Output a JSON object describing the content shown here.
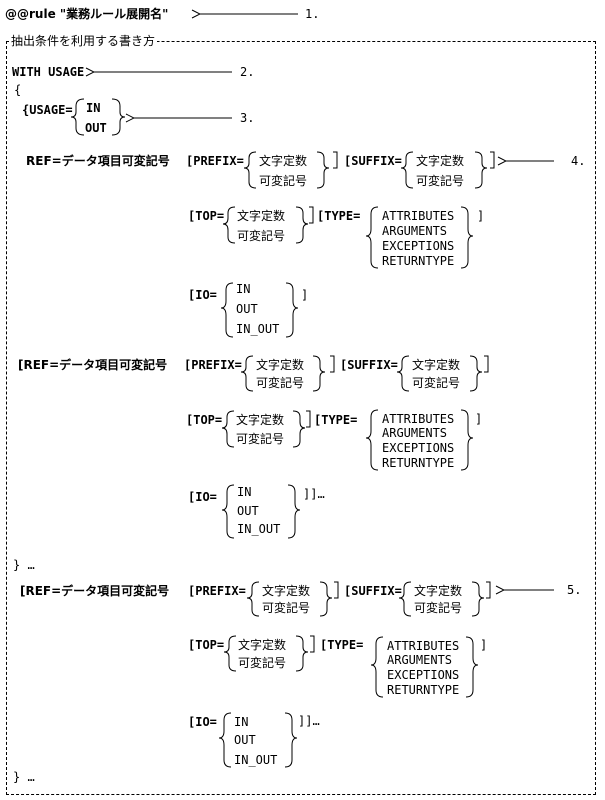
{
  "header": {
    "rule_line": "@@rule \"業務ルール展開名\""
  },
  "frame": {
    "title": "抽出条件を利用する書き方"
  },
  "callouts": [
    "1.",
    "2.",
    "3.",
    "4.",
    "5."
  ],
  "syntax": {
    "with_usage": "WITH USAGE",
    "open_brace": "{",
    "close_brace": "}",
    "ellipsis": "…",
    "usage_kw": "{USAGE=",
    "usage_opts": [
      "IN",
      "OUT"
    ],
    "ref_kw": "REF=データ項目可変記号",
    "bracket_ref_kw": "[REF=データ項目可変記号",
    "prefix_kw": "[PREFIX=",
    "suffix_kw": "[SUFFIX=",
    "top_kw": "[TOP=",
    "type_kw": "[TYPE=",
    "io_kw": "[IO=",
    "value_opts": [
      "文字定数",
      "可変記号"
    ],
    "type_opts": [
      "ATTRIBUTES",
      "ARGUMENTS",
      "EXCEPTIONS",
      "RETURNTYPE"
    ],
    "io_opts": [
      "IN",
      "OUT",
      "IN_OUT"
    ],
    "close_bracket": "]",
    "close_io_1": "]",
    "close_io_2": "]]…",
    "close_io_3": "]]…",
    "close_block": "} …"
  }
}
